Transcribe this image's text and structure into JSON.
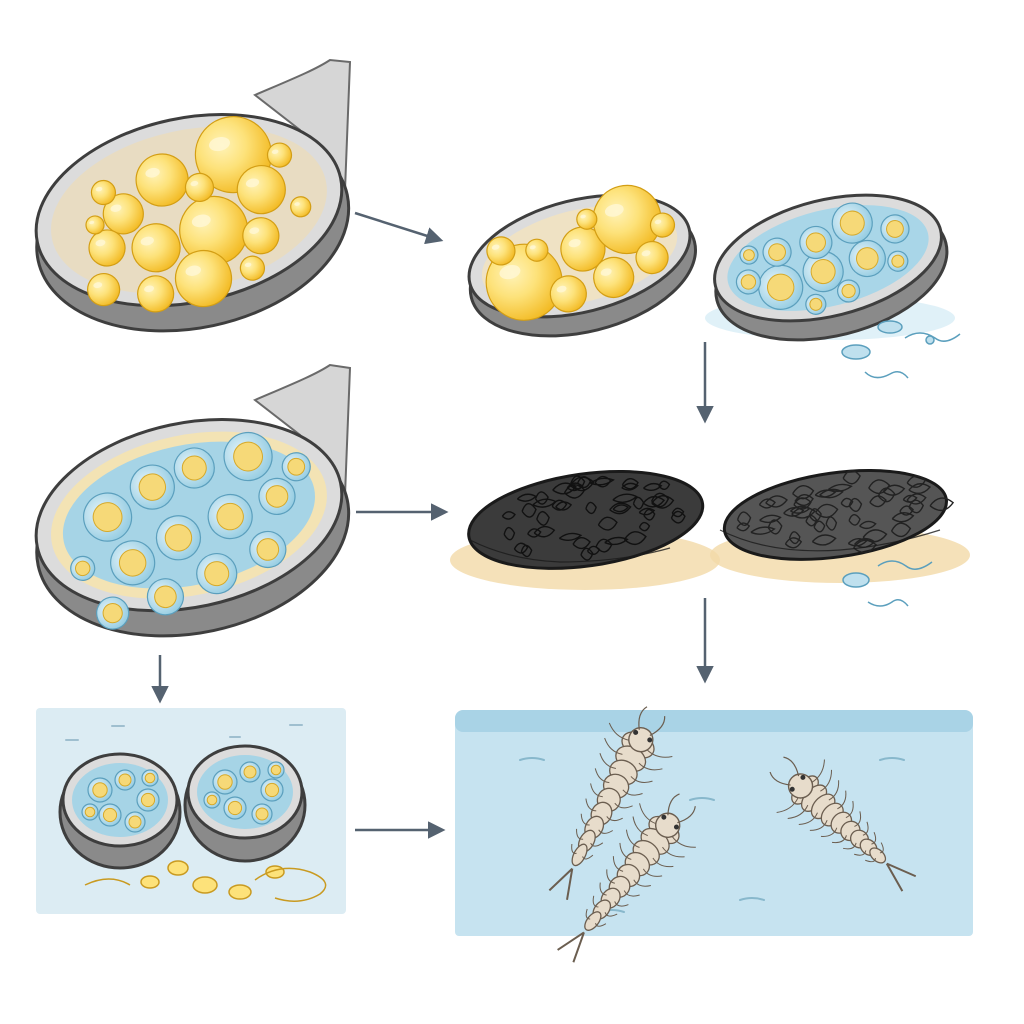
{
  "palette": {
    "yolk": "#f7c531",
    "yolk_light": "#fde27a",
    "yolk_hi": "#fff3b8",
    "water": "#bfe0ee",
    "water_dark": "#7fbcd6",
    "shell": "#8a8a8a",
    "shell_dark": "#4a4a4a",
    "shell_rim": "#d9d9d9",
    "char": "#3b3b3b",
    "char_dark": "#222222",
    "sand": "#f3d9a8",
    "shrimp": "#e7dccb",
    "shrimp_line": "#6b5e50",
    "arrow": "#556270"
  },
  "stages": [
    {
      "id": "fresh-eggs-in-pod",
      "icon": "egg-pod-icon",
      "state": "yolk"
    },
    {
      "id": "pod-split-yolk",
      "icon": "egg-pod-icon",
      "state": "yolk"
    },
    {
      "id": "pod-hydrating",
      "icon": "egg-pod-icon",
      "state": "hydrating"
    },
    {
      "id": "hydrated-eggs-in-pod",
      "icon": "egg-pod-icon",
      "state": "hydrated"
    },
    {
      "id": "dried-dark-cysts",
      "icon": "cyst-icon",
      "state": "dried"
    },
    {
      "id": "eggs-in-water",
      "icon": "egg-pod-icon",
      "state": "soaking"
    },
    {
      "id": "hatched-shrimp",
      "icon": "shrimp-icon",
      "state": "hatched"
    }
  ],
  "arrows": [
    {
      "from": "fresh-eggs-in-pod",
      "to": "pod-split-yolk",
      "direction": "right"
    },
    {
      "from": "pod-hydrating",
      "to": "dried-dark-cysts",
      "direction": "down"
    },
    {
      "from": "hydrated-eggs-in-pod",
      "to": "dried-dark-cysts",
      "direction": "right"
    },
    {
      "from": "hydrated-eggs-in-pod",
      "to": "eggs-in-water",
      "direction": "down"
    },
    {
      "from": "dried-dark-cysts",
      "to": "hatched-shrimp",
      "direction": "down"
    },
    {
      "from": "eggs-in-water",
      "to": "hatched-shrimp",
      "direction": "right"
    }
  ]
}
